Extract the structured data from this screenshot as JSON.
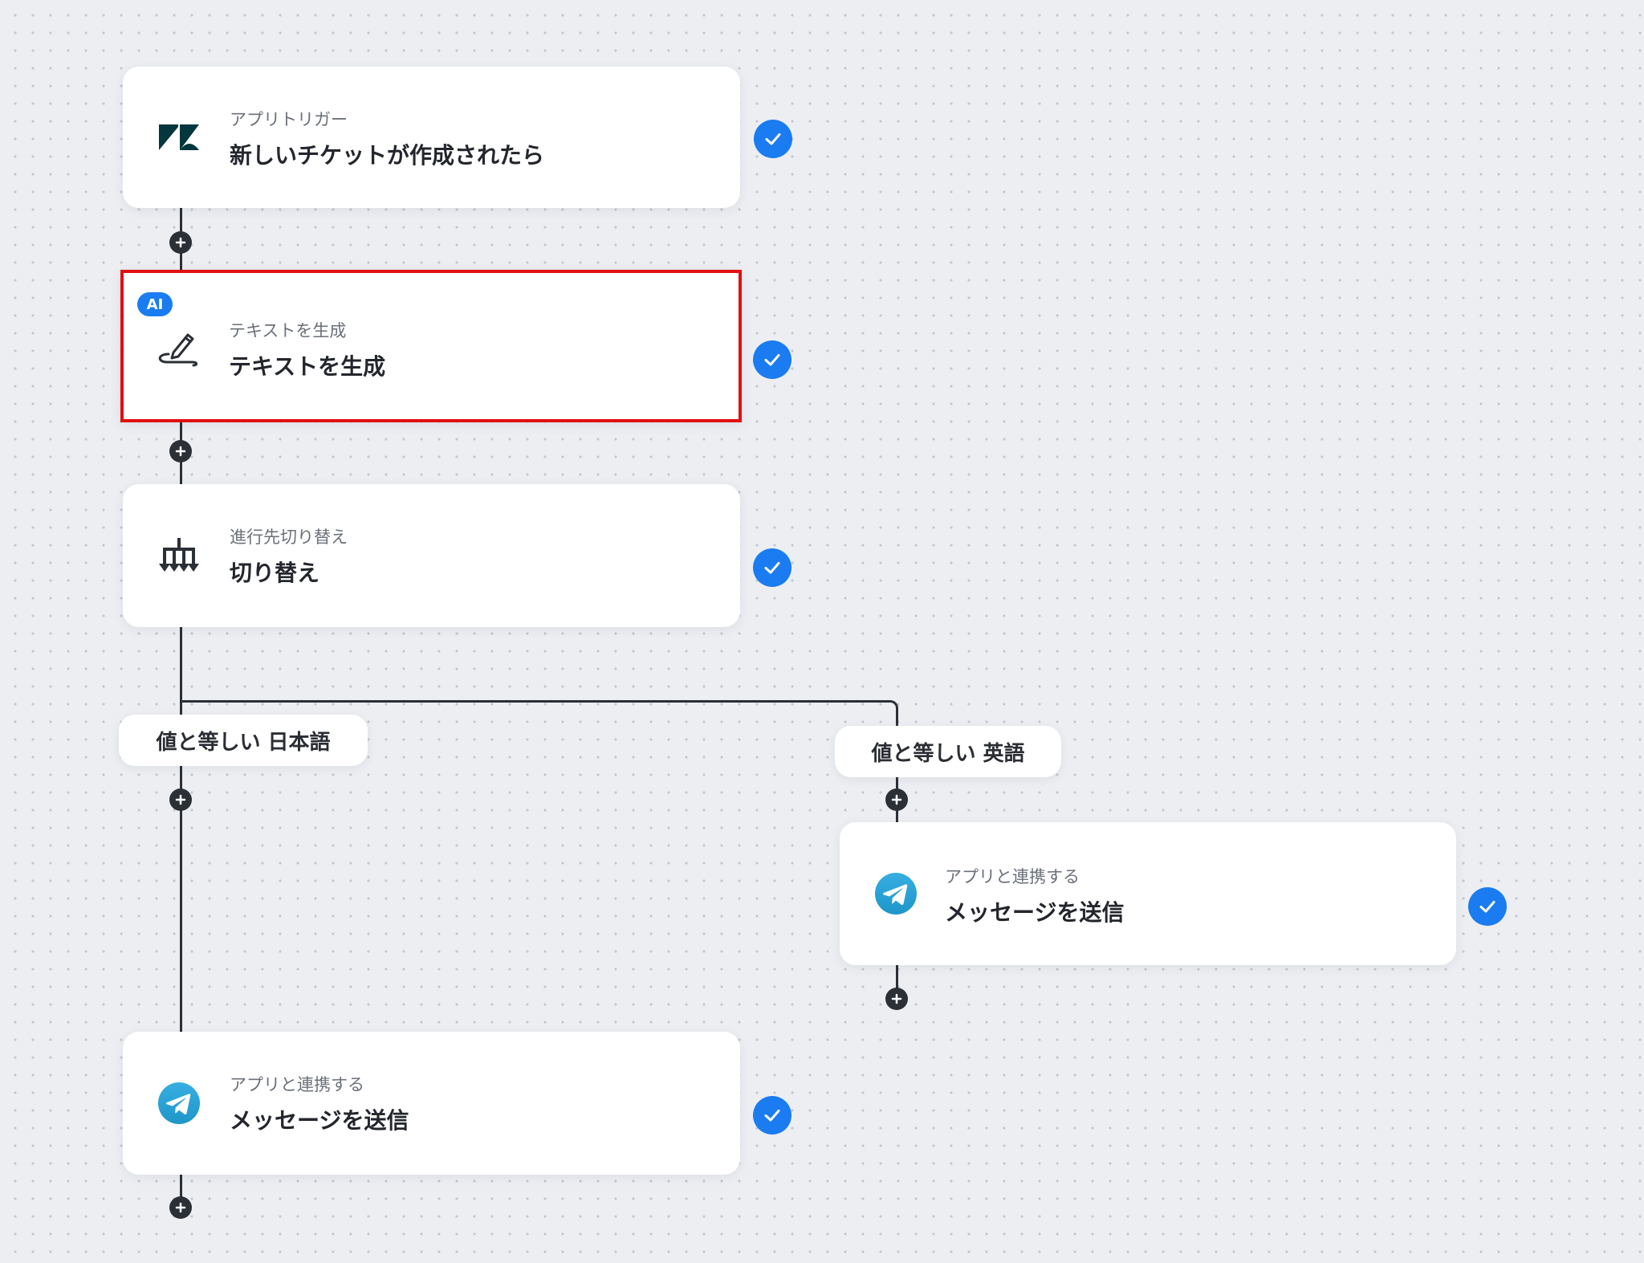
{
  "colors": {
    "accent": "#1a7cf0",
    "selection": "#e01010",
    "connector": "#2b2f36",
    "zendesk": "#03363d",
    "telegram": "#2aa3df"
  },
  "flow": {
    "trigger": {
      "icon": "zendesk-logo-icon",
      "subtitle": "アプリトリガー",
      "title": "新しいチケットが作成されたら"
    },
    "ai_step": {
      "badge": "AI",
      "icon": "pen-signature-icon",
      "subtitle": "テキストを生成",
      "title": "テキストを生成"
    },
    "switch_step": {
      "icon": "branch-switch-icon",
      "subtitle": "進行先切り替え",
      "title": "切り替え"
    },
    "branch_japanese": {
      "label": "値と等しい 日本語",
      "step": {
        "icon": "telegram-icon",
        "subtitle": "アプリと連携する",
        "title": "メッセージを送信"
      }
    },
    "branch_english": {
      "label": "値と等しい 英語",
      "step": {
        "icon": "telegram-icon",
        "subtitle": "アプリと連携する",
        "title": "メッセージを送信"
      }
    }
  }
}
